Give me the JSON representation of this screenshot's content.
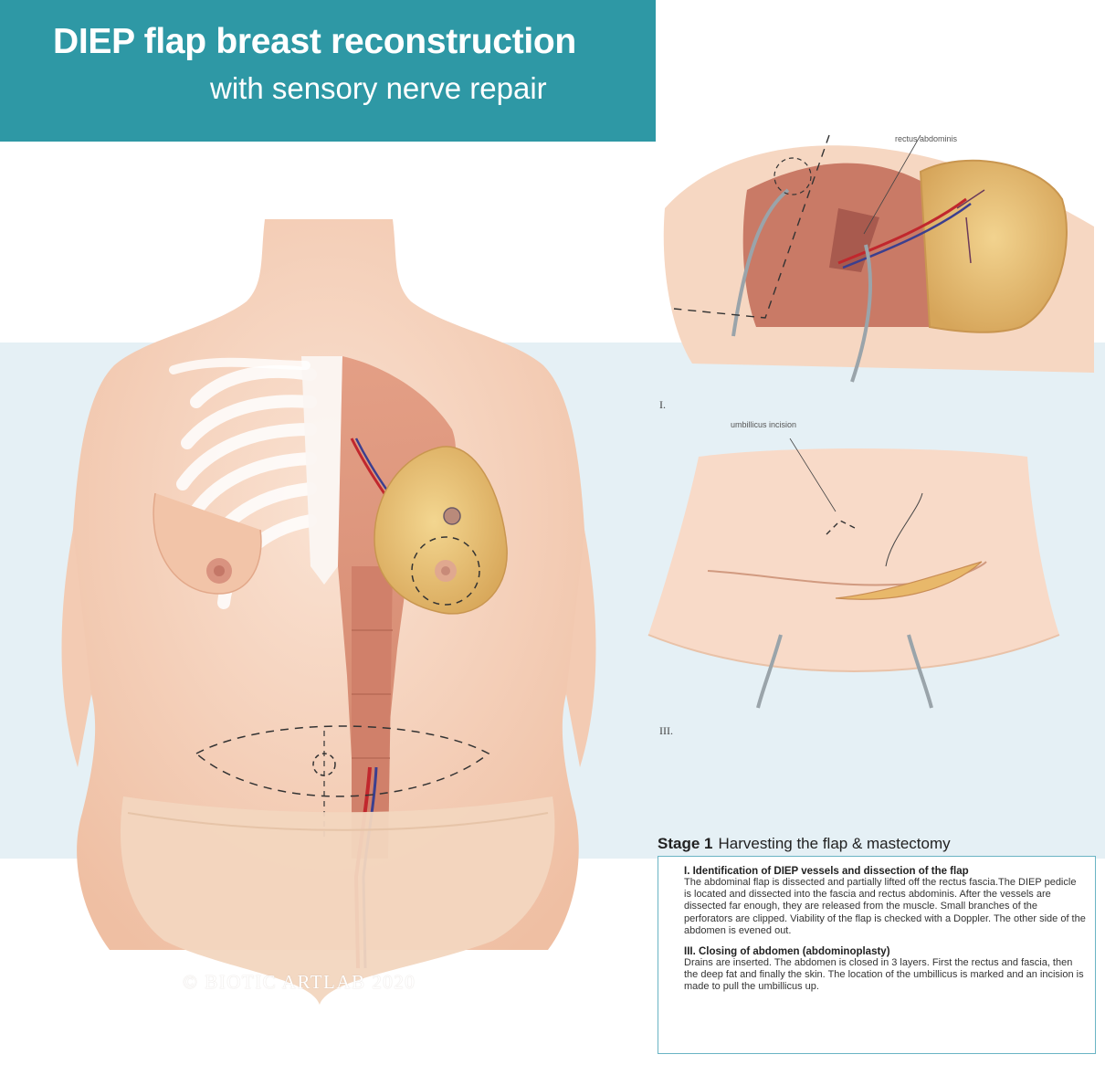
{
  "header": {
    "title": "DIEP flap breast reconstruction",
    "subtitle": "with sensory nerve repair",
    "color": "#2e98a5"
  },
  "figures": {
    "top": {
      "label": "rectus abdominis",
      "roman": "I."
    },
    "bottom": {
      "label": "umbillicus incision",
      "roman": "III."
    }
  },
  "stage": {
    "number": "Stage 1",
    "title": "Harvesting the flap & mastectomy",
    "section1_heading": "I. Identification of DIEP vessels and dissection of the flap",
    "section1_text": "The abdominal flap is dissected and partially lifted off the rectus fascia.The DIEP pedicle is located and dissected into the fascia and rectus abdominis. After the vessels are dissected far enough, they are released from the muscle. Small branches of the perforators are clipped. Viability of the flap is checked with a Doppler. The other side of the abdomen is evened out.",
    "section2_heading": "III. Closing of abdomen (abdominoplasty)",
    "section2_text": "Drains are inserted. The abdomen is closed in 3 layers. First the rectus and fascia, then the deep fat and finally the skin. The location of the umbillicus is marked and an incision is made to pull the umbillicus up."
  },
  "copyright": "© BIOTIC ARTLAB 2020",
  "colors": {
    "skin": "#f6d2bc",
    "muscle": "#d98f74",
    "fat": "#e6c27a",
    "artery": "#c1272d",
    "vein": "#3b3f8f",
    "box_border": "#6ab4c4"
  }
}
